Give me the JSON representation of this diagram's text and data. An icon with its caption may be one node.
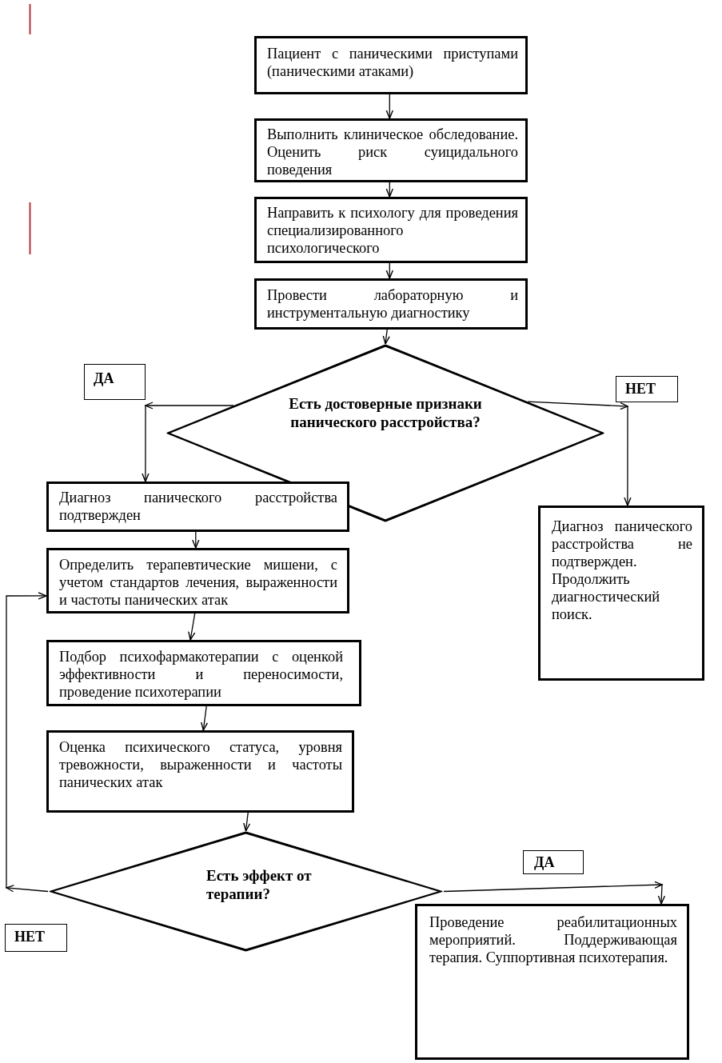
{
  "diagram": {
    "nodes": [
      {
        "text": [
          "Пациент с паническими приступами (паническими атаками)"
        ]
      },
      {
        "text": [
          "Выполнить клиническое обследование. Оценить риск суицидального поведения"
        ]
      },
      {
        "text": [
          "Направить к психологу для проведения специализированного психологического"
        ]
      },
      {
        "text": [
          "Провести лабораторную и инструментальную диагностику"
        ]
      },
      {
        "text": [
          "Есть достоверные признаки панического расстройства?"
        ]
      },
      {
        "text": [
          "ДА"
        ]
      },
      {
        "text": [
          "НЕТ"
        ]
      },
      {
        "text": [
          "Диагноз панического расстройства подтвержден"
        ]
      },
      {
        "text": [
          "Диагноз панического расстройства не подтвержден. Продолжить диагностический поиск."
        ]
      },
      {
        "text": [
          "Определить терапевтические мишени, с учетом стандартов лечения, выраженности и частоты панических атак"
        ]
      },
      {
        "text": [
          "Подбор психофармакотерапии с оценкой эффективности и переносимости, проведение психотерапии"
        ]
      },
      {
        "text": [
          "Оценка психического статуса, уровня тревожности, выраженности и частоты панических атак"
        ]
      },
      {
        "text": [
          "Есть эффект от терапии?"
        ]
      },
      {
        "text": [
          "ДА"
        ]
      },
      {
        "text": [
          "НЕТ"
        ]
      },
      {
        "text": [
          "Проведение реабилитационных мероприятий. Поддерживающая терапия. Суппортивная психотерапия."
        ]
      }
    ],
    "edges": [
      {
        "from": 0,
        "to": 1,
        "arrow": "to"
      },
      {
        "from": 1,
        "to": 2,
        "arrow": "to"
      },
      {
        "from": 2,
        "to": 3,
        "arrow": "to"
      },
      {
        "from": 3,
        "to": 4,
        "arrow": "to"
      },
      {
        "from": 4,
        "to": 7,
        "arrow": "to"
      },
      {
        "from": 4,
        "to": 8,
        "arrow": "to"
      },
      {
        "from": 7,
        "to": 9,
        "arrow": "to"
      },
      {
        "from": 9,
        "to": 10,
        "arrow": "to"
      },
      {
        "from": 10,
        "to": 11,
        "arrow": "to"
      },
      {
        "from": 11,
        "to": 12,
        "arrow": "to"
      },
      {
        "from": 12,
        "to": 15,
        "arrow": "to"
      },
      {
        "from": 12,
        "to": 9,
        "arrow": "to"
      }
    ]
  }
}
